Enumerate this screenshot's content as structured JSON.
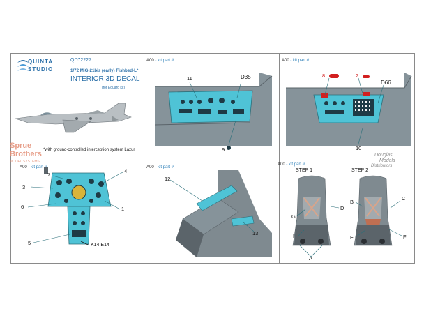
{
  "header": {
    "brand_line1": "QUINTA",
    "brand_line2": "STUDIO",
    "product_code": "QD72227",
    "model": "1/72 MiG-21bis (early) Fishbed-L*",
    "product_type": "INTERIOR 3D DECAL",
    "kit_note": "(for Eduard kit)",
    "footnote": "*with ground-controlled interception system Lazur"
  },
  "watermarks": {
    "left_1": "Sprue",
    "left_2": "Brothers",
    "left_3": "MODEL SYSTEMS",
    "right_1": "Douglas",
    "right_2": "Models",
    "right_3": "Distributors"
  },
  "panels": [
    {
      "part": "A00",
      "suffix": "- kit part #"
    },
    {
      "part": "A00",
      "suffix": "- kit part #"
    },
    {
      "part": "A00",
      "suffix": "- kit part #"
    },
    {
      "part": "A00",
      "suffix": "- kit part #"
    },
    {
      "part": "A00",
      "suffix": "- kit part #"
    }
  ],
  "callouts": {
    "p1": {
      "a": "11",
      "b": "D35",
      "c": "9"
    },
    "p2": {
      "a": "8",
      "b": "2",
      "c": "D66",
      "d": "10"
    },
    "p3": {
      "a": "7",
      "b": "4",
      "c": "3",
      "d": "6",
      "e": "1",
      "f": "5",
      "g": "K14,E14"
    },
    "p4": {
      "a": "12",
      "b": "13"
    },
    "p5": {
      "step1": "STEP 1",
      "step2": "STEP 2",
      "g": "G",
      "d": "D",
      "h": "H",
      "a": "A",
      "b": "B",
      "c": "C",
      "e": "E",
      "f": "F"
    }
  },
  "colors": {
    "grey": "#7f8a90",
    "grey_dark": "#5b646a",
    "cyan": "#4fc3d6",
    "accent_red": "#d21f1f",
    "kit_blue": "#2c7fb8",
    "brand_blue": "#2a6fa8"
  }
}
